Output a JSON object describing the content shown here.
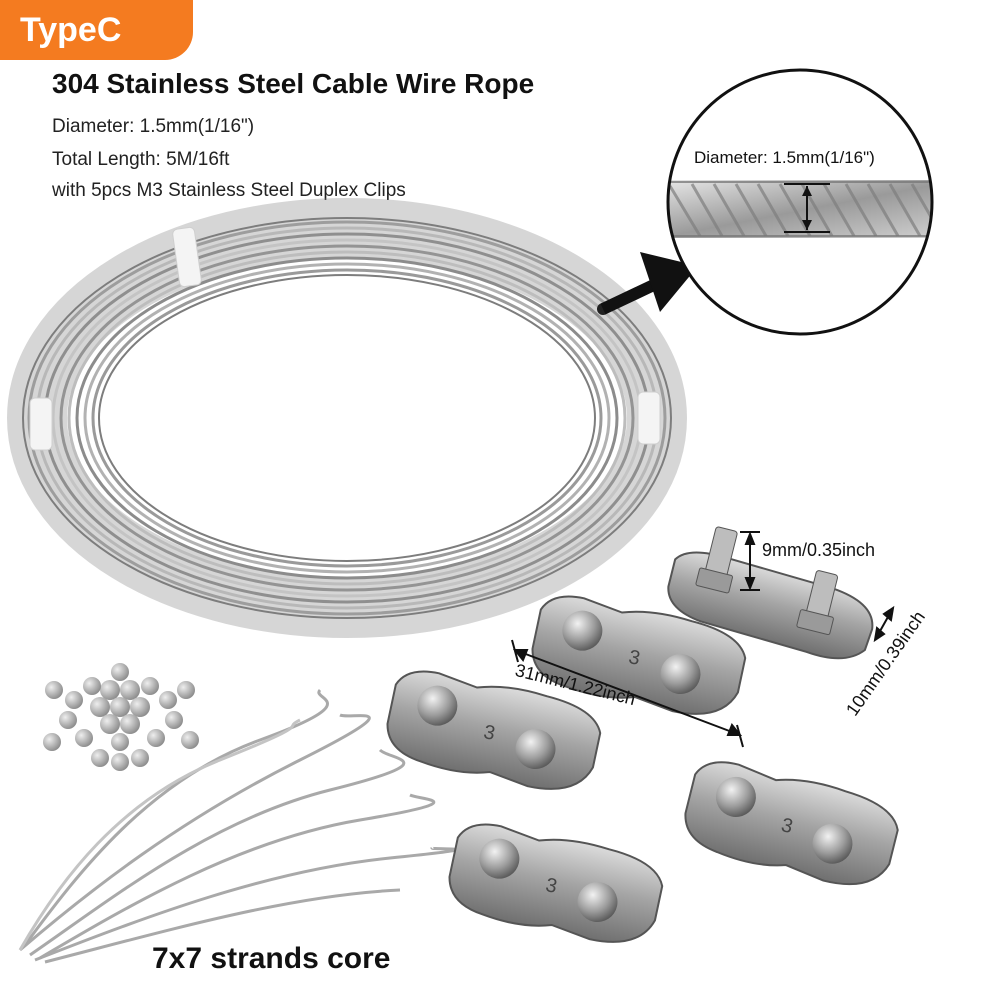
{
  "badge": {
    "label": "TypeC",
    "color": "#f47b20"
  },
  "product": {
    "title": "304 Stainless Steel Cable Wire Rope",
    "specs": [
      "Diameter: 1.5mm(1/16\")",
      "Total Length: 5M/16ft",
      "with 5pcs M3 Stainless Steel Duplex Clips"
    ]
  },
  "zoom": {
    "diameter_label": "Diameter: 1.5mm(1/16\")"
  },
  "clips": {
    "count": 5,
    "stamp": "3",
    "dim_height": "9mm/0.35inch",
    "dim_length": "31mm/1.22inch",
    "dim_width": "10mm/0.39inch"
  },
  "strands": {
    "label": "7x7 strands core"
  }
}
